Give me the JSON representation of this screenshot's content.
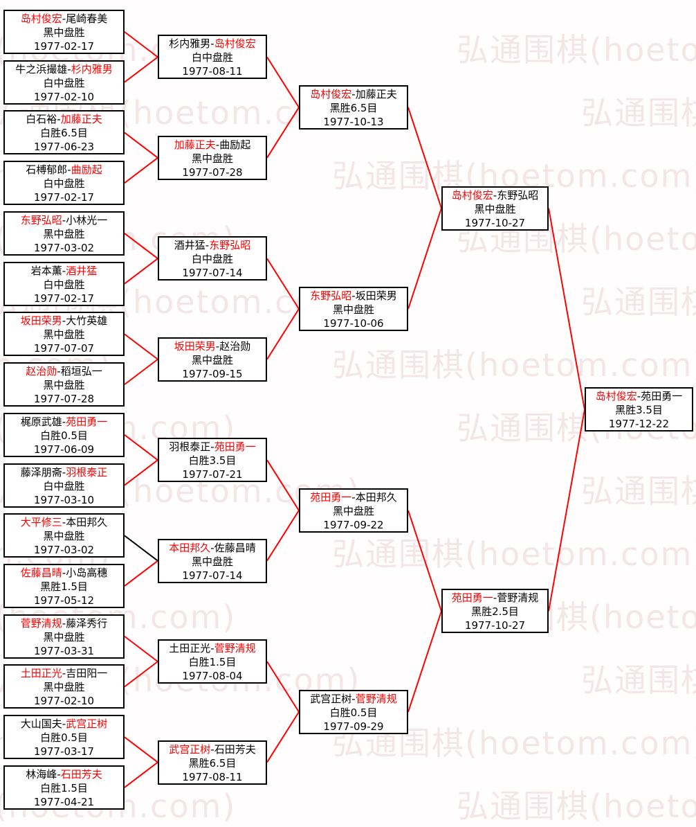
{
  "colors": {
    "winner": "#ff0000",
    "line": "#ff0000",
    "loser": "#000000",
    "border": "#000000",
    "watermark": "#f2e6e6"
  },
  "ui": {
    "separator": "-"
  },
  "watermark": {
    "text": "弘通围棋(hoetom.com)"
  },
  "bracket": {
    "rounds": [
      {
        "matches": [
          {
            "p1": "岛村俊宏",
            "p2": "尾崎春美",
            "winner": 1,
            "result": "黑中盘胜",
            "date": "1977-02-17"
          },
          {
            "p1": "牛之浜撮雄",
            "p2": "杉内雅男",
            "winner": 2,
            "result": "白中盘胜",
            "date": "1977-02-10"
          },
          {
            "p1": "白石裕",
            "p2": "加藤正夫",
            "winner": 2,
            "result": "白胜6.5目",
            "date": "1977-06-23"
          },
          {
            "p1": "石榑郁郎",
            "p2": "曲励起",
            "winner": 2,
            "result": "白中盘胜",
            "date": "1977-02-17"
          },
          {
            "p1": "东野弘昭",
            "p2": "小林光一",
            "winner": 1,
            "result": "黑中盘胜",
            "date": "1977-03-02"
          },
          {
            "p1": "岩本薫",
            "p2": "酒井猛",
            "winner": 2,
            "result": "白中盘胜",
            "date": "1977-02-17"
          },
          {
            "p1": "坂田荣男",
            "p2": "大竹英雄",
            "winner": 1,
            "result": "黑中盘胜",
            "date": "1977-07-07"
          },
          {
            "p1": "赵治勋",
            "p2": "稻垣弘一",
            "winner": 1,
            "result": "黑中盘胜",
            "date": "1977-07-28"
          },
          {
            "p1": "梶原武雄",
            "p2": "苑田勇一",
            "winner": 2,
            "result": "白胜0.5目",
            "date": "1977-06-09"
          },
          {
            "p1": "藤泽朋斋",
            "p2": "羽根泰正",
            "winner": 2,
            "result": "白中盘胜",
            "date": "1977-03-10"
          },
          {
            "p1": "大平修三",
            "p2": "本田邦久",
            "winner": 1,
            "result": "黑中盘胜",
            "date": "1977-03-02",
            "line_color": "#000000"
          },
          {
            "p1": "佐藤昌晴",
            "p2": "小岛高穗",
            "winner": 1,
            "result": "黑胜1.5目",
            "date": "1977-05-12"
          },
          {
            "p1": "菅野清规",
            "p2": "藤泽秀行",
            "winner": 1,
            "result": "黑中盘胜",
            "date": "1977-03-31"
          },
          {
            "p1": "土田正光",
            "p2": "吉田阳一",
            "winner": 1,
            "result": "黑中盘胜",
            "date": "1977-02-10"
          },
          {
            "p1": "大山国夫",
            "p2": "武宫正树",
            "winner": 2,
            "result": "白胜0.5目",
            "date": "1977-03-17"
          },
          {
            "p1": "林海峰",
            "p2": "石田芳夫",
            "winner": 2,
            "result": "白胜1.5目",
            "date": "1977-04-21"
          }
        ]
      },
      {
        "matches": [
          {
            "p1": "杉内雅男",
            "p2": "岛村俊宏",
            "winner": 2,
            "result": "白中盘胜",
            "date": "1977-08-11"
          },
          {
            "p1": "加藤正夫",
            "p2": "曲励起",
            "winner": 1,
            "result": "黑中盘胜",
            "date": "1977-07-28"
          },
          {
            "p1": "酒井猛",
            "p2": "东野弘昭",
            "winner": 2,
            "result": "白中盘胜",
            "date": "1977-07-14"
          },
          {
            "p1": "坂田荣男",
            "p2": "赵治勋",
            "winner": 1,
            "result": "黑中盘胜",
            "date": "1977-09-15"
          },
          {
            "p1": "羽根泰正",
            "p2": "苑田勇一",
            "winner": 2,
            "result": "白胜3.5目",
            "date": "1977-07-21"
          },
          {
            "p1": "本田邦久",
            "p2": "佐藤昌晴",
            "winner": 1,
            "result": "黑中盘胜",
            "date": "1977-07-14"
          },
          {
            "p1": "土田正光",
            "p2": "菅野清规",
            "winner": 2,
            "result": "白胜1.5目",
            "date": "1977-08-04"
          },
          {
            "p1": "武宫正树",
            "p2": "石田芳夫",
            "winner": 1,
            "result": "黑胜6.5目",
            "date": "1977-08-11"
          }
        ]
      },
      {
        "matches": [
          {
            "p1": "岛村俊宏",
            "p2": "加藤正夫",
            "winner": 1,
            "result": "黑胜6.5目",
            "date": "1977-10-13"
          },
          {
            "p1": "东野弘昭",
            "p2": "坂田荣男",
            "winner": 1,
            "result": "黑中盘胜",
            "date": "1977-10-06"
          },
          {
            "p1": "苑田勇一",
            "p2": "本田邦久",
            "winner": 1,
            "result": "黑中盘胜",
            "date": "1977-09-22"
          },
          {
            "p1": "武宫正树",
            "p2": "菅野清规",
            "winner": 2,
            "result": "白胜0.5目",
            "date": "1977-09-29"
          }
        ]
      },
      {
        "matches": [
          {
            "p1": "岛村俊宏",
            "p2": "东野弘昭",
            "winner": 1,
            "result": "黑中盘胜",
            "date": "1977-10-27"
          },
          {
            "p1": "苑田勇一",
            "p2": "菅野清规",
            "winner": 1,
            "result": "黑胜2.5目",
            "date": "1977-10-27"
          }
        ]
      },
      {
        "matches": [
          {
            "p1": "岛村俊宏",
            "p2": "苑田勇一",
            "winner": 1,
            "result": "黑胜3.5目",
            "date": "1977-12-22"
          }
        ]
      }
    ]
  }
}
